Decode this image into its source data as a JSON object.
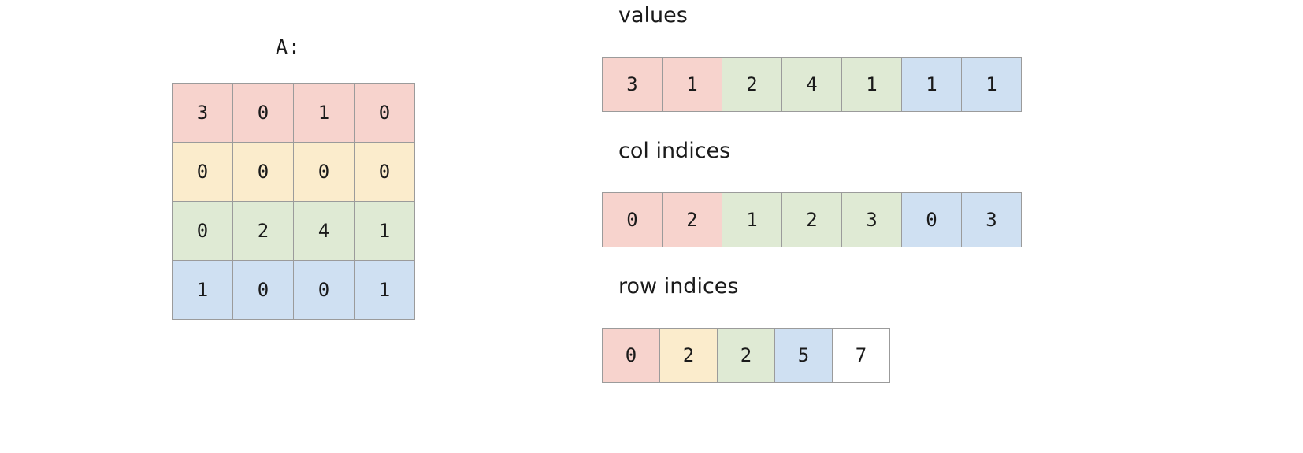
{
  "matrix": {
    "title": "A:",
    "rows": [
      {
        "row_index": 0,
        "color_key": "pink",
        "cells": [
          "3",
          "0",
          "1",
          "0"
        ]
      },
      {
        "row_index": 1,
        "color_key": "yellow",
        "cells": [
          "0",
          "0",
          "0",
          "0"
        ]
      },
      {
        "row_index": 2,
        "color_key": "green",
        "cells": [
          "0",
          "2",
          "4",
          "1"
        ]
      },
      {
        "row_index": 3,
        "color_key": "blue",
        "cells": [
          "1",
          "0",
          "0",
          "1"
        ]
      }
    ]
  },
  "arrays": [
    {
      "id": "values",
      "label": "values",
      "cells": [
        {
          "value": "3",
          "color_key": "pink"
        },
        {
          "value": "1",
          "color_key": "pink"
        },
        {
          "value": "2",
          "color_key": "green"
        },
        {
          "value": "4",
          "color_key": "green"
        },
        {
          "value": "1",
          "color_key": "green"
        },
        {
          "value": "1",
          "color_key": "blue"
        },
        {
          "value": "1",
          "color_key": "blue"
        }
      ]
    },
    {
      "id": "col-indices",
      "label": "col indices",
      "cells": [
        {
          "value": "0",
          "color_key": "pink"
        },
        {
          "value": "2",
          "color_key": "pink"
        },
        {
          "value": "1",
          "color_key": "green"
        },
        {
          "value": "2",
          "color_key": "green"
        },
        {
          "value": "3",
          "color_key": "green"
        },
        {
          "value": "0",
          "color_key": "blue"
        },
        {
          "value": "3",
          "color_key": "blue"
        }
      ]
    },
    {
      "id": "row-indices",
      "label": "row indices",
      "cells": [
        {
          "value": "0",
          "color_key": "pink"
        },
        {
          "value": "2",
          "color_key": "yellow"
        },
        {
          "value": "2",
          "color_key": "green"
        },
        {
          "value": "5",
          "color_key": "blue"
        },
        {
          "value": "7",
          "color_key": "white"
        }
      ]
    }
  ],
  "colors": {
    "pink": "#f7d3cd",
    "yellow": "#fbeccc",
    "green": "#dfead4",
    "blue": "#cfe0f2",
    "white": "#ffffff",
    "border": "#9b9b9b",
    "text": "#1a1a1a",
    "background": "#ffffff"
  }
}
